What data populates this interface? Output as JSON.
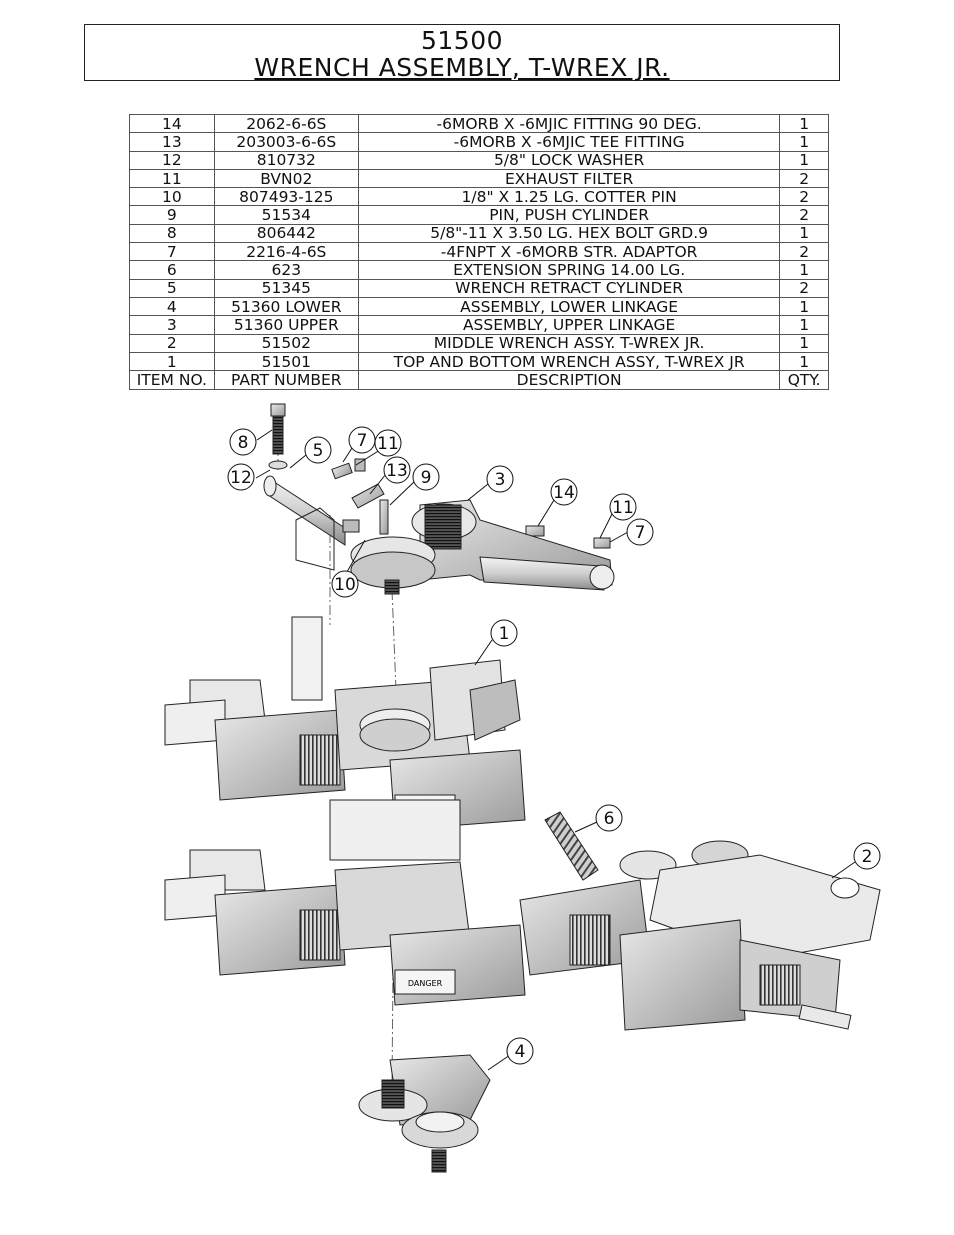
{
  "title": {
    "number": "51500",
    "text": "WRENCH ASSEMBLY, T-WREX JR."
  },
  "bom": {
    "headers": [
      "ITEM NO.",
      "PART NUMBER",
      "DESCRIPTION",
      "QTY."
    ],
    "rows": [
      {
        "item": "14",
        "part": "2062-6-6S",
        "desc": "-6MORB X -6MJIC FITTING 90 DEG.",
        "qty": "1"
      },
      {
        "item": "13",
        "part": "203003-6-6S",
        "desc": "-6MORB X -6MJIC TEE FITTING",
        "qty": "1"
      },
      {
        "item": "12",
        "part": "810732",
        "desc": "5/8\" LOCK WASHER",
        "qty": "1"
      },
      {
        "item": "11",
        "part": "BVN02",
        "desc": "EXHAUST FILTER",
        "qty": "2"
      },
      {
        "item": "10",
        "part": "807493-125",
        "desc": "1/8\" X 1.25 LG.  COTTER PIN",
        "qty": "2"
      },
      {
        "item": "9",
        "part": "51534",
        "desc": "PIN, PUSH CYLINDER",
        "qty": "2"
      },
      {
        "item": "8",
        "part": "806442",
        "desc": "5/8\"-11 X 3.50 LG. HEX BOLT GRD.9",
        "qty": "1"
      },
      {
        "item": "7",
        "part": "2216-4-6S",
        "desc": "-4FNPT X -6MORB STR. ADAPTOR",
        "qty": "2"
      },
      {
        "item": "6",
        "part": "623",
        "desc": "EXTENSION SPRING 14.00 LG.",
        "qty": "1"
      },
      {
        "item": "5",
        "part": "51345",
        "desc": "WRENCH RETRACT CYLINDER",
        "qty": "2"
      },
      {
        "item": "4",
        "part": "51360 LOWER",
        "desc": "ASSEMBLY, LOWER LINKAGE",
        "qty": "1"
      },
      {
        "item": "3",
        "part": "51360 UPPER",
        "desc": "ASSEMBLY, UPPER LINKAGE",
        "qty": "1"
      },
      {
        "item": "2",
        "part": "51502",
        "desc": "MIDDLE WRENCH ASSY. T-WREX JR.",
        "qty": "1"
      },
      {
        "item": "1",
        "part": "51501",
        "desc": "TOP AND BOTTOM WRENCH ASSY, T-WREX JR",
        "qty": "1"
      }
    ]
  },
  "balloons": {
    "b8": "8",
    "b5": "5",
    "b7": "7",
    "b11a": "11",
    "b12": "12",
    "b13": "13",
    "b9": "9",
    "b3": "3",
    "b14": "14",
    "b11b": "11",
    "b7b": "7",
    "b10": "10",
    "b1": "1",
    "b6": "6",
    "b2": "2",
    "b4": "4"
  },
  "danger_label": "DANGER"
}
